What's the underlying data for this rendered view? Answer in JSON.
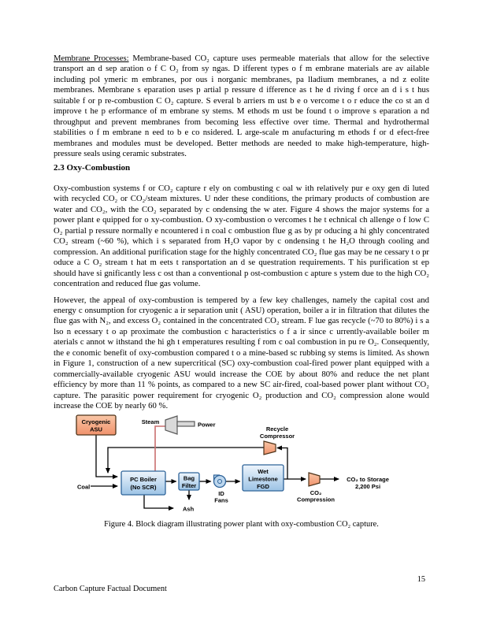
{
  "content": {
    "p1_label": "Membrane Processes:",
    "p1_text": "  Membrane-based CO₂ capture uses permeable materials that allow for the selective transport an d sep aration o f C O₂ from sy ngas. D ifferent types o f m embrane materials are av ailable including pol ymeric m embranes, por ous i norganic membranes, pa lladium membranes, a nd z eolite membranes. Membrane s eparation uses p artial p ressure d ifference as t he d riving f orce an d i s t hus suitable f or p re-combustion C O₂ capture. S everal b arriers m ust b e o vercome t o r educe the co st an d improve t he p erformance of m embrane sy stems. M ethods m ust be found t o improve s eparation a nd throughput and prevent membranes from becoming less effective over time. Thermal and hydrothermal stabilities o f m embrane n eed to b e co nsidered. L arge-scale m anufacturing m ethods f or d efect-free membranes and modules must be developed. Better methods are needed to make high-temperature, high-pressure seals using ceramic substrates.",
    "heading": "2.3 Oxy-Combustion",
    "p2_text": "Oxy-combustion systems f or CO₂ capture r ely on combusting c oal w ith relatively pur e oxy gen di luted with recycled CO₂ or CO₂/steam mixtures. U nder these conditions, the primary products of combustion are water and CO₂, with the CO₂ separated by c ondensing the w ater. Figure 4 shows the major systems for a power plant e quipped for o xy-combustion. O xy-combustion o vercomes t he t echnical ch allenge o f low C O₂ partial p ressure normally e ncountered i n coal c ombustion flue g as by pr oducing a hi ghly concentrated CO₂ stream (~60 %), which i s separated from H₂O vapor by c ondensing t he H₂O through cooling and compression. An additional purification stage for the highly concentrated CO₂ flue gas may be ne cessary t o pr oduce a C O₂ stream t hat m eets t ransportation an d se questration requirements. T his purification st ep should have si gnificantly less c ost than a conventional p ost-combustion c apture s ystem due to the high CO₂ concentration and reduced flue gas volume.",
    "p3_text": "However, the appeal of oxy-combustion is tempered by a few key challenges, namely the capital cost and energy c onsumption for cryogenic a ir separation unit ( ASU) operation, boiler a ir in filtration that dilutes the flue gas with N₂, and excess O₂ contained in the concentrated CO₂ stream. F lue gas recycle (~70 to 80%) i s a lso n ecessary t o ap proximate the combustion c haracteristics o f a ir since c urrently-available boiler m aterials c annot w ithstand the hi gh t emperatures resulting f rom c oal combustion in pu re O₂. Consequently, the e conomic benefit of oxy-combustion compared t o a mine-based sc rubbing sy stems is limited. As shown in Figure 1, construction of a new supercritical (SC) oxy-combustion coal-fired power plant equipped with a commercially-available cryogenic ASU would increase the COE by about 80% and reduce the net plant efficiency by more than 11 % points, as compared to a new SC air-fired, coal-based power plant without CO₂ capture. The parasitic power requirement for cryogenic O₂ production and CO₂ compression alone would increase the COE by nearly 60 %.",
    "caption": "Figure 4.  Block diagram illustrating power plant with oxy-combustion CO₂ capture."
  },
  "diagram": {
    "asu": {
      "line1": "Cryogenic",
      "line2": "ASU"
    },
    "steam_label": "Steam",
    "power_label": "Power",
    "recycle": {
      "line1": "Recycle",
      "line2": "Compressor"
    },
    "boiler": {
      "line1": "PC Boiler",
      "line2": "(No SCR)"
    },
    "coal_label": "Coal",
    "bag": {
      "line1": "Bag",
      "line2": "Filter"
    },
    "idfans": {
      "line1": "ID",
      "line2": "Fans"
    },
    "ash_label": "Ash",
    "fgd": {
      "line1": "Wet",
      "line2": "Limestone",
      "line3": "FGD"
    },
    "compression": {
      "line1": "CO₂",
      "line2": "Compression"
    },
    "storage": {
      "line1": "CO₂ to Storage",
      "line2": "2,200 Psi"
    },
    "colors": {
      "blue_box_top": "#eef5fc",
      "blue_box_bottom": "#9cc3e5",
      "blue_box_border": "#2e6399",
      "orange_box_top": "#f9c6a6",
      "orange_box_bottom": "#f0926c",
      "orange_box_border": "#4d3319",
      "steam_line": "#c96f6f",
      "turbine_fill": "#d9d9d9",
      "line": "#000000"
    }
  },
  "footer": {
    "left_text": "Carbon Capture Factual Document",
    "page_number": "15"
  }
}
